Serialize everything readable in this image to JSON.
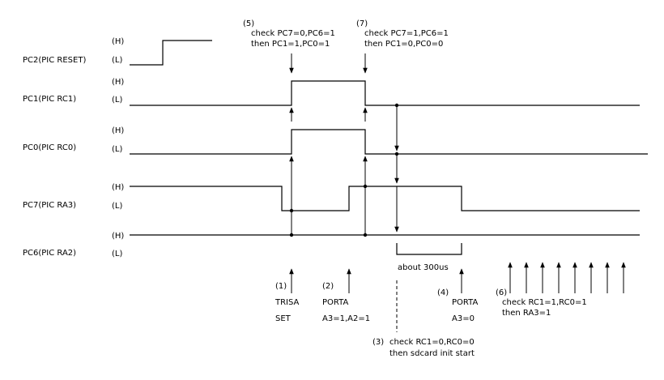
{
  "signals": {
    "pc2": {
      "name": "PC2(PIC RESET)",
      "high": "(H)",
      "low": "(L)"
    },
    "pc1": {
      "name": "PC1(PIC RC1)",
      "high": "(H)",
      "low": "(L)"
    },
    "pc0": {
      "name": "PC0(PIC RC0)",
      "high": "(H)",
      "low": "(L)"
    },
    "pc7": {
      "name": "PC7(PIC RA3)",
      "high": "(H)",
      "low": "(L)"
    },
    "pc6": {
      "name": "PC6(PIC RA2)",
      "high": "(H)",
      "low": "(L)"
    }
  },
  "notes": {
    "n5": {
      "num": "(5)",
      "l1": "check PC7=0,PC6=1",
      "l2": "then PC1=1,PC0=1"
    },
    "n7": {
      "num": "(7)",
      "l1": "check PC7=1,PC6=1",
      "l2": "then PC1=0,PC0=0"
    },
    "n1": {
      "num": "(1)",
      "l1": "TRISA",
      "l2": "SET"
    },
    "n2": {
      "num": "(2)",
      "l1": "PORTA",
      "l2": "A3=1,A2=1"
    },
    "n4": {
      "num": "(4)",
      "l1": "PORTA",
      "l2": "A3=0"
    },
    "n6": {
      "num": "(6)",
      "l1": "check RC1=1,RC0=1",
      "l2": "then RA3=1"
    },
    "n3": {
      "num": "(3)",
      "l1": "check RC1=0,RC0=0",
      "l2": "then sdcard init start"
    }
  },
  "duration_label": "about 300us"
}
